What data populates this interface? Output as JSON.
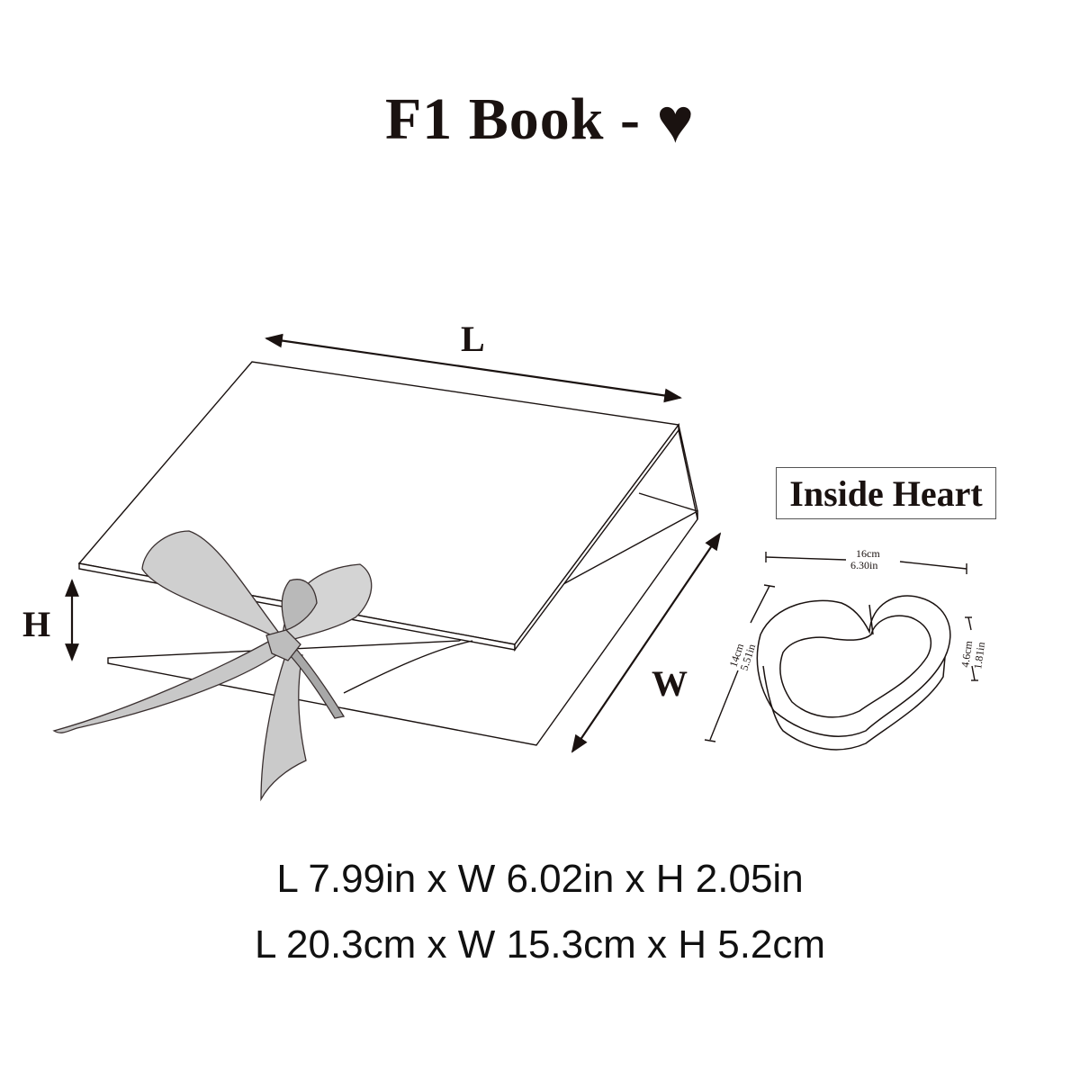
{
  "title": {
    "text": "F1  Book -",
    "symbol": "♥"
  },
  "labels": {
    "length": "L",
    "height": "H",
    "width": "W"
  },
  "inside": {
    "label": "Inside Heart",
    "width_cm": "16cm",
    "width_in": "6.30in",
    "depth_cm": "14cm",
    "depth_in": "5.51in",
    "height_cm": "4.6cm",
    "height_in": "1.81in"
  },
  "dimensions": {
    "imperial": "L 7.99in x W 6.02in x H 2.05in",
    "metric": "L 20.3cm x W 15.3cm x H 5.2cm"
  },
  "colors": {
    "line": "#1a1210",
    "ribbon": "#c9c9c9",
    "ribbon_shadow": "#9a9a9a"
  }
}
